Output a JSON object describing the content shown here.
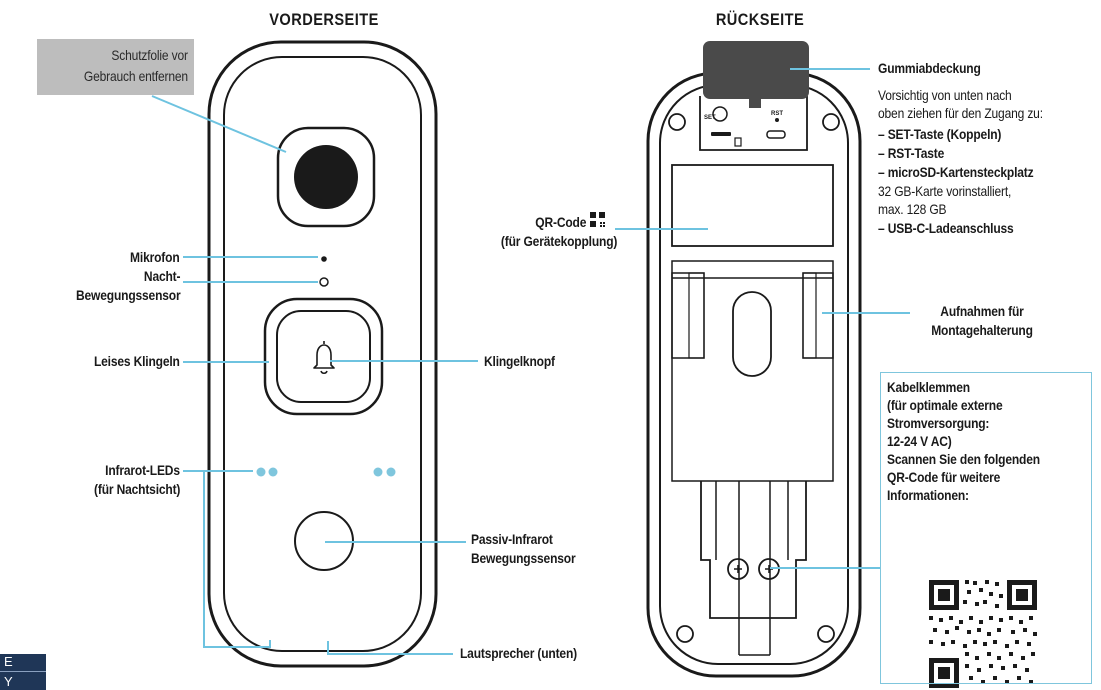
{
  "front": {
    "heading": "VORDERSEITE",
    "film_line1": "Schutzfolie vor",
    "film_line2": "Gebrauch entfernen",
    "microphone": "Mikrofon",
    "night_sensor_line1": "Nacht-",
    "night_sensor_line2": "Bewegungssensor",
    "quiet_ring": "Leises Klingeln",
    "bell_button": "Klingelknopf",
    "ir_leds_line1": "Infrarot-LEDs",
    "ir_leds_line2": "(für Nachtsicht)",
    "pir_line1": "Passiv-Infrarot",
    "pir_line2": "Bewegungssensor",
    "speaker": "Lautsprecher (unten)"
  },
  "back": {
    "heading": "RÜCKSEITE",
    "set_label": "SET",
    "rst_label": "RST",
    "qr_line1": "QR-Code",
    "qr_line2": "(für Gerätekopplung)",
    "rubber_cover": "Gummiabdeckung",
    "pull_line1": "Vorsichtig von unten nach",
    "pull_line2": "oben ziehen für den Zugang zu:",
    "item_set": "– SET-Taste (Koppeln)",
    "item_rst": "– RST-Taste",
    "item_sd": "– microSD-Kartensteckplatz",
    "sd_note1": "32 GB-Karte vorinstalliert,",
    "sd_note2": "max. 128 GB",
    "item_usb": "– USB-C-Ladeanschluss",
    "mount_line1": "Aufnahmen für",
    "mount_line2": "Montagehalterung"
  },
  "info_box": {
    "line1": "Kabelklemmen",
    "line2": "(für optimale externe",
    "line3": "Stromversorgung:",
    "line4": "12-24 V AC)",
    "line5": "Scannen Sie den folgenden",
    "line6": "QR-Code für weitere",
    "line7": "Informationen:"
  },
  "lang_tab": {
    "top": "E",
    "bottom": "Y"
  },
  "colors": {
    "leader": "#6ec3e0",
    "ir_dot": "#7fc6dd",
    "tab": "#1f3657",
    "film": "#bdbdbd"
  }
}
